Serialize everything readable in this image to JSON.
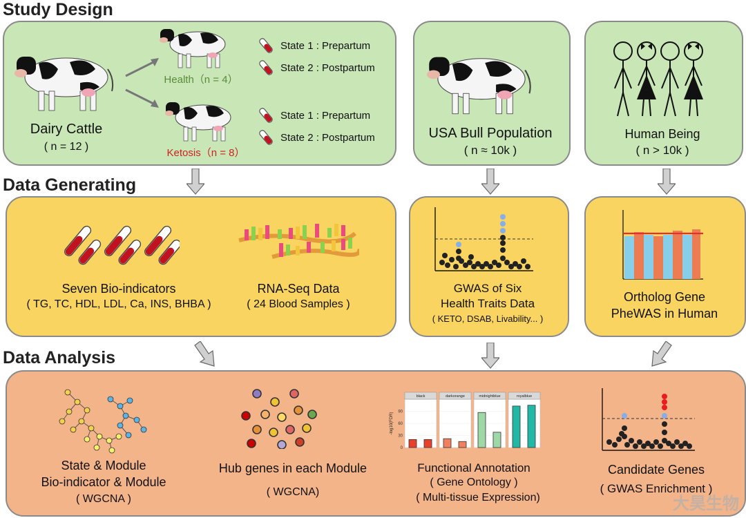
{
  "sections": {
    "study_design": "Study Design",
    "data_generating": "Data Generating",
    "data_analysis": "Data Analysis"
  },
  "study": {
    "dairy_title": "Dairy Cattle",
    "dairy_n": "( n = 12 )",
    "health_label": "Health（n = 4）",
    "ketosis_label": "Ketosis（n = 8）",
    "state1": "State 1 : Prepartum",
    "state2": "State 2 : Postpartum",
    "bull_title": "USA Bull Population",
    "bull_n": "( n ≈ 10k )",
    "human_title": "Human Being",
    "human_n": "( n > 10k )"
  },
  "generating": {
    "bio_title": "Seven Bio-indicators",
    "bio_list": "( TG, TC, HDL, LDL, Ca, INS, BHBA )",
    "rna_title": "RNA-Seq Data",
    "rna_sub": "( 24 Blood Samples )",
    "gwas_title1": "GWAS of Six",
    "gwas_title2": "Health Traits Data",
    "gwas_sub": "( KETO, DSAB, Livability... )",
    "ortho_title1": "Ortholog Gene",
    "ortho_title2": "PheWAS in Human"
  },
  "analysis": {
    "state_module": "State & Module",
    "bio_module": "Bio-indicator & Module",
    "wgcna1": "( WGCNA )",
    "hub_title": "Hub genes in each Module",
    "wgcna2": "( WGCNA)",
    "func_title": "Functional Annotation",
    "func_sub1": "( Gene Ontology )",
    "func_sub2": "( Multi-tissue Expression)",
    "cand_title": "Candidate Genes",
    "cand_sub": "( GWAS Enrichment )"
  },
  "chart_data": {
    "type": "bar",
    "ylabel": "-log10(FDR)",
    "yticks": [
      0,
      30,
      60,
      90
    ],
    "ylim": [
      0,
      120
    ],
    "panels": [
      {
        "name": "black",
        "values": [
          20,
          20
        ],
        "colors": [
          "#e8412b",
          "#e8412b"
        ]
      },
      {
        "name": "darkorange",
        "values": [
          22,
          15
        ],
        "colors": [
          "#f08060",
          "#f08060"
        ]
      },
      {
        "name": "midnightblue",
        "values": [
          87,
          38
        ],
        "colors": [
          "#9ed8a6",
          "#9ed8a6"
        ]
      },
      {
        "name": "royalblue",
        "values": [
          103,
          105
        ],
        "colors": [
          "#22b8a6",
          "#22b8a6"
        ]
      }
    ]
  },
  "watermark": "大昊生物",
  "colors": {
    "green_box": "#c9e6b7",
    "yellow_box": "#f9d460",
    "orange_box": "#f4b48a",
    "health_text": "#5a8a3a",
    "ketosis_text": "#cc2222"
  }
}
